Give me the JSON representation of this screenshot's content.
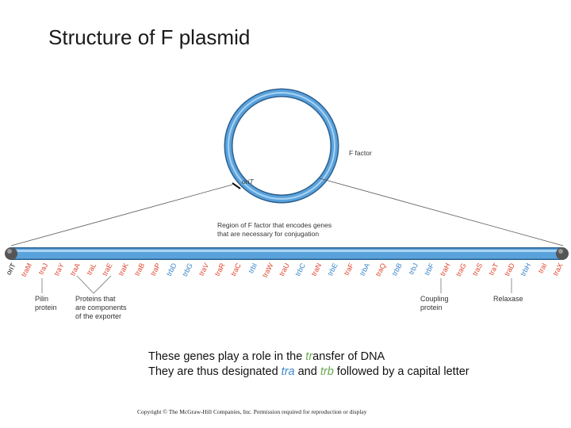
{
  "title": "Structure of F plasmid",
  "labels": {
    "f_factor": "F factor",
    "orit_circle": "oriT",
    "region": [
      "Region of F factor that encodes genes",
      "that are necessary for conjugation"
    ],
    "pilin": [
      "Pilin",
      "protein"
    ],
    "exporter": [
      "Proteins that",
      "are components",
      "of the exporter"
    ],
    "coupling": [
      "Coupling",
      "protein"
    ],
    "relaxase": "Relaxase"
  },
  "genes": [
    {
      "label": "oriT",
      "color": "#1a1a1a"
    },
    {
      "label": "traM",
      "color": "#e0452d"
    },
    {
      "label": "traJ",
      "color": "#e0452d"
    },
    {
      "label": "traY",
      "color": "#e0452d"
    },
    {
      "label": "traA",
      "color": "#e0452d"
    },
    {
      "label": "traL",
      "color": "#e0452d"
    },
    {
      "label": "traE",
      "color": "#e0452d"
    },
    {
      "label": "traK",
      "color": "#e0452d"
    },
    {
      "label": "traB",
      "color": "#e0452d"
    },
    {
      "label": "traP",
      "color": "#e0452d"
    },
    {
      "label": "trbD",
      "color": "#3a86c8"
    },
    {
      "label": "trbG",
      "color": "#3a86c8"
    },
    {
      "label": "traV",
      "color": "#e0452d"
    },
    {
      "label": "traR",
      "color": "#e0452d"
    },
    {
      "label": "traC",
      "color": "#e0452d"
    },
    {
      "label": "trbI",
      "color": "#3a86c8"
    },
    {
      "label": "traW",
      "color": "#e0452d"
    },
    {
      "label": "traU",
      "color": "#e0452d"
    },
    {
      "label": "trbC",
      "color": "#3a86c8"
    },
    {
      "label": "traN",
      "color": "#e0452d"
    },
    {
      "label": "trbE",
      "color": "#3a86c8"
    },
    {
      "label": "traF",
      "color": "#e0452d"
    },
    {
      "label": "trbA",
      "color": "#3a86c8"
    },
    {
      "label": "traQ",
      "color": "#e0452d"
    },
    {
      "label": "trbB",
      "color": "#3a86c8"
    },
    {
      "label": "trbJ",
      "color": "#3a86c8"
    },
    {
      "label": "trbF",
      "color": "#3a86c8"
    },
    {
      "label": "traH",
      "color": "#e0452d"
    },
    {
      "label": "traG",
      "color": "#e0452d"
    },
    {
      "label": "traS",
      "color": "#e0452d"
    },
    {
      "label": "traT",
      "color": "#e0452d"
    },
    {
      "label": "traD",
      "color": "#e0452d"
    },
    {
      "label": "trbH",
      "color": "#3a86c8"
    },
    {
      "label": "traI",
      "color": "#e0452d"
    },
    {
      "label": "traX",
      "color": "#e0452d"
    }
  ],
  "caption": {
    "line1_a": "These genes play a role in the ",
    "line1_b": "tr",
    "line1_c": "ansfer of DNA",
    "line2_a": "They are thus designated ",
    "line2_tra": "tra",
    "line2_and": " and ",
    "line2_trb": "trb",
    "line2_c": " followed by a capital letter"
  },
  "copyright": "Copyright © The McGraw-Hill Companies, Inc. Permission required for reproduction or display",
  "colors": {
    "plasmid": "#4a90d0",
    "tra": "#e0452d",
    "trb": "#3a86c8"
  }
}
